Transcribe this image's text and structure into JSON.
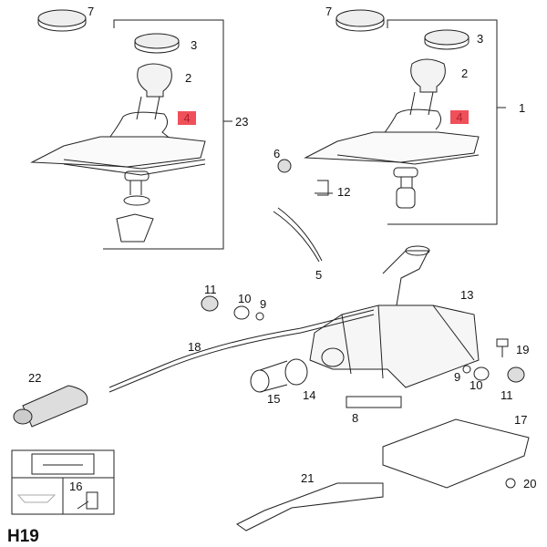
{
  "diagram": {
    "code": "H19",
    "accent_color": "#f0505a",
    "callouts": {
      "left_cap_7": "7",
      "left_cap_3": "3",
      "left_knob_2": "2",
      "left_boot_4": "4",
      "left_assembly_23": "23",
      "right_cap_7": "7",
      "right_cap_3": "3",
      "right_knob_2": "2",
      "right_boot_4": "4",
      "right_assembly_1": "1",
      "bushing_6": "6",
      "clip_12": "12",
      "tie_5": "5",
      "housing_13": "13",
      "left_bushing_11": "11",
      "left_bushing_10": "10",
      "left_ring_9": "9",
      "cable_18": "18",
      "bolt_19": "19",
      "boot_22": "22",
      "sleeve_15": "15",
      "grommet_14": "14",
      "bracket_8": "8",
      "right_ring_9": "9",
      "right_bushing_10": "10",
      "right_bushing_11": "11",
      "plate_17": "17",
      "nut_20": "20",
      "bracket_21": "21",
      "grease_16": "16"
    },
    "legend_box": {
      "icon": "manual-wrench-icon",
      "label_16": "16"
    }
  }
}
